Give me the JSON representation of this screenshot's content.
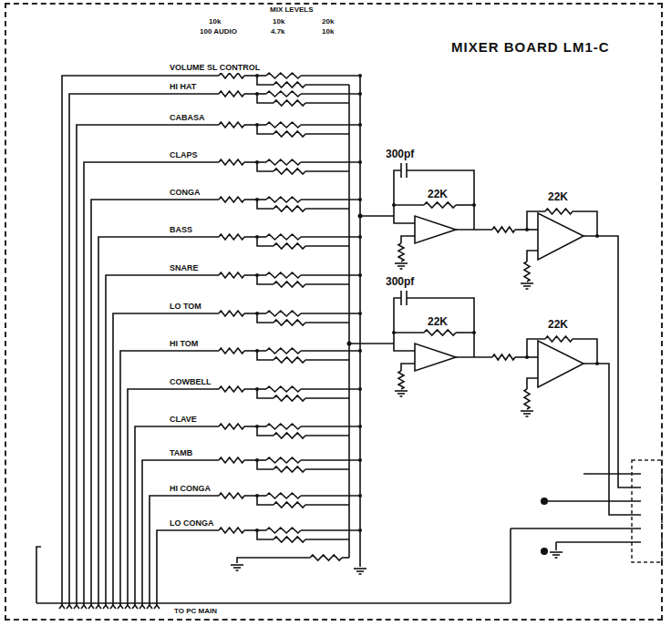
{
  "diagram": {
    "nodes": [
      {
        "text": [
          "MIXER BOARD LM1-C"
        ]
      }
    ],
    "labels": [
      "MIX LEVELS",
      "10k",
      "100 AUDIO",
      "10k",
      "4.7k",
      "20k",
      "10k",
      "VOLUME SL CONTROL",
      "HI HAT",
      "CABASA",
      "CLAPS",
      "CONGA",
      "BASS",
      "SNARE",
      "LO TOM",
      "HI TOM",
      "COWBELL",
      "CLAVE",
      "TAMB",
      "HI CONGA",
      "LO CONGA",
      "300pf",
      "22K",
      "22K",
      "300pf",
      "22K",
      "22K",
      "TO PC MAIN"
    ]
  }
}
